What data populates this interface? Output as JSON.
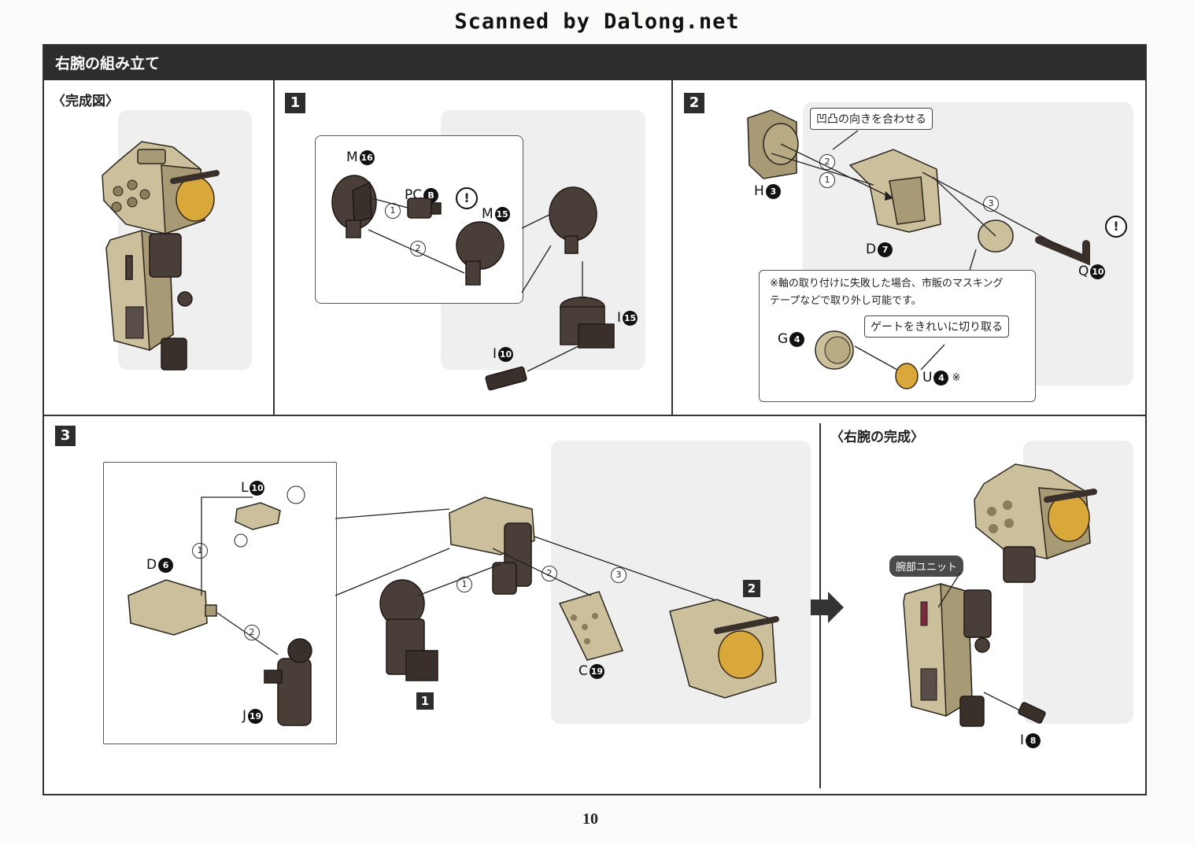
{
  "scan_credit": "Scanned by Dalong.net",
  "page_title": "右腕の組み立て",
  "completed_view_label": "〈完成図〉",
  "steps": {
    "step1": {
      "number": "1",
      "parts": {
        "m16": {
          "letter": "M",
          "num": "16"
        },
        "pcb": {
          "letter": "PC",
          "num": "B"
        },
        "m15": {
          "letter": "M",
          "num": "15"
        },
        "i15": {
          "letter": "I",
          "num": "15"
        },
        "i10": {
          "letter": "I",
          "num": "10"
        }
      },
      "order": [
        "1",
        "2"
      ],
      "warning": "!"
    },
    "step2": {
      "number": "2",
      "callout_align": "凹凸の向きを合わせる",
      "callout_gate": "ゲートをきれいに切り取る",
      "note_line1": "※軸の取り付けに失敗した場合、市販のマスキング",
      "note_line2": "テープなどで取り外し可能です。",
      "parts": {
        "h3": {
          "letter": "H",
          "num": "3"
        },
        "d7": {
          "letter": "D",
          "num": "7"
        },
        "q10": {
          "letter": "Q",
          "num": "10"
        },
        "g4": {
          "letter": "G",
          "num": "4"
        },
        "u4": {
          "letter": "U",
          "num": "4",
          "note": "※"
        }
      },
      "order": [
        "1",
        "2",
        "3"
      ],
      "warning": "!"
    },
    "step3": {
      "number": "3",
      "parts": {
        "l10": {
          "letter": "L",
          "num": "10"
        },
        "d6": {
          "letter": "D",
          "num": "6"
        },
        "j19": {
          "letter": "J",
          "num": "19"
        },
        "c19": {
          "letter": "C",
          "num": "19"
        }
      },
      "ref_step1": "1",
      "ref_step2": "2",
      "order": [
        "1",
        "2",
        "3"
      ]
    },
    "final": {
      "label": "〈右腕の完成〉",
      "arm_unit_callout": "腕部ユニット",
      "parts": {
        "i8": {
          "letter": "I",
          "num": "8"
        }
      }
    }
  },
  "page_number": "10"
}
